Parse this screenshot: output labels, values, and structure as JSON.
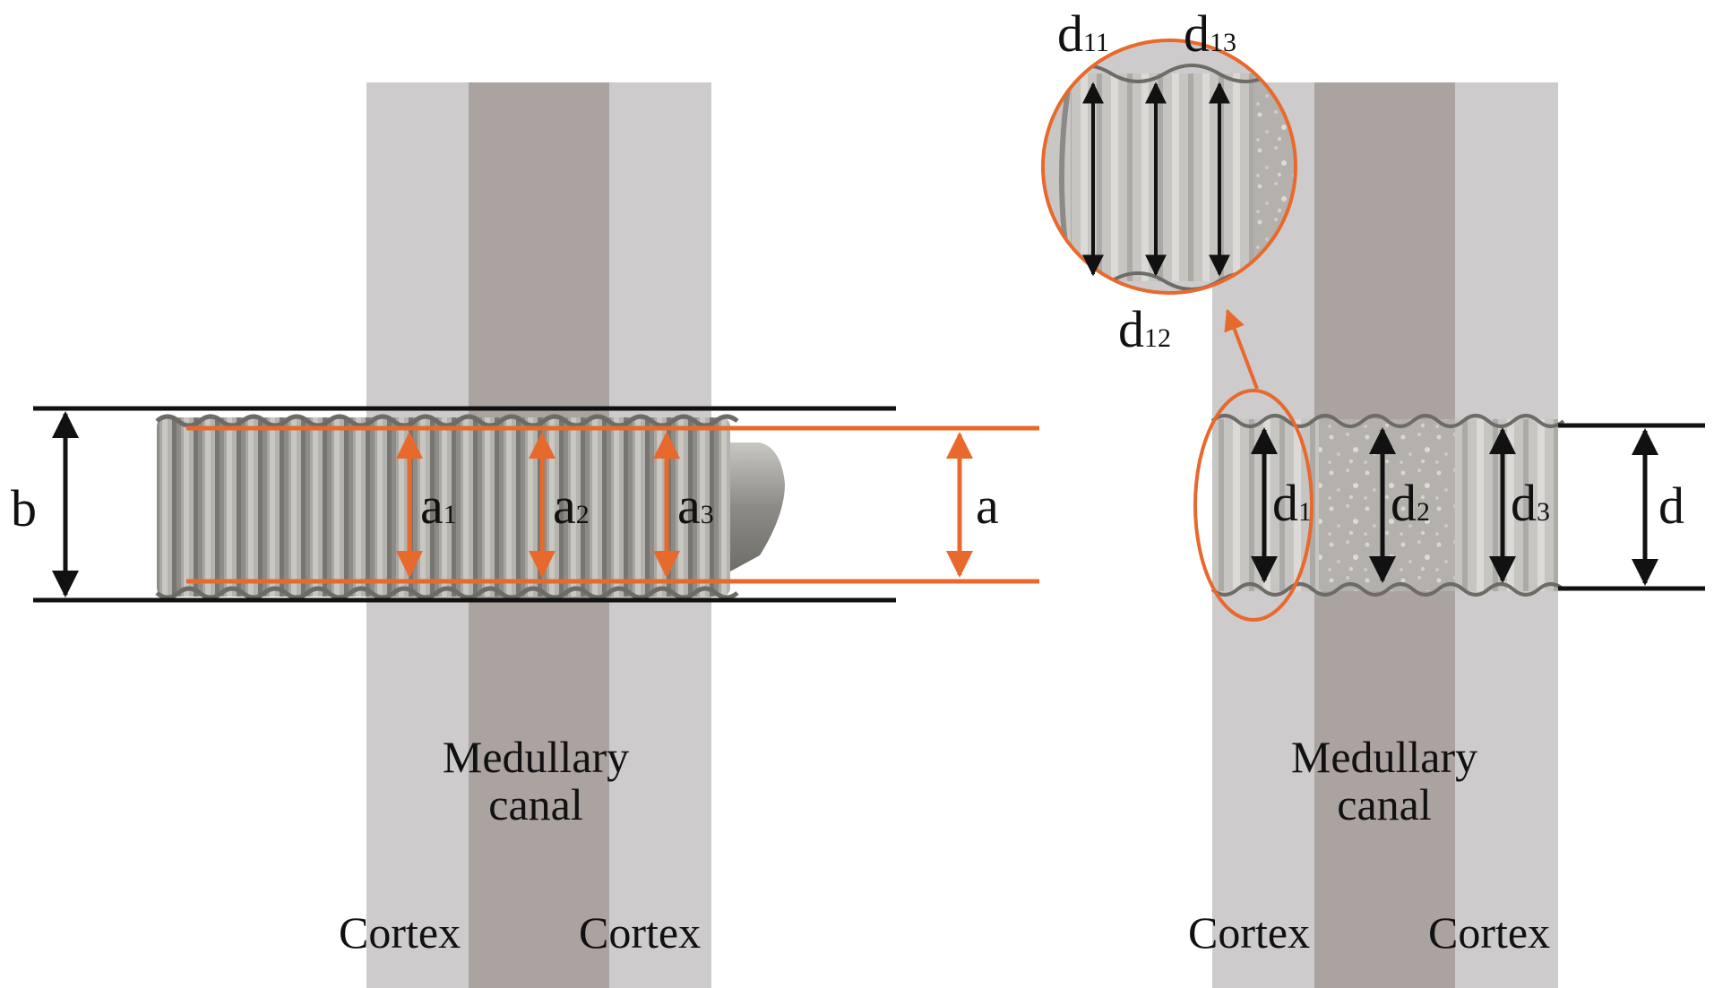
{
  "colors": {
    "accent": "#e8692c",
    "cortex": "#cdcbcb",
    "medullary": "#aaa39f",
    "screw": "#9a9892",
    "line": "#111111"
  },
  "left_panel": {
    "cortex_left_label": "Cortex",
    "cortex_right_label": "Cortex",
    "canal_line1": "Medullary",
    "canal_line2": "canal",
    "outer_diameter_label": "b",
    "inner_diameter_label": "a",
    "inner_measures": [
      {
        "base": "a",
        "sub": "1"
      },
      {
        "base": "a",
        "sub": "2"
      },
      {
        "base": "a",
        "sub": "3"
      }
    ]
  },
  "right_panel": {
    "cortex_left_label": "Cortex",
    "cortex_right_label": "Cortex",
    "canal_line1": "Medullary",
    "canal_line2": "canal",
    "diameter_label": "d",
    "hole_measures": [
      {
        "base": "d",
        "sub": "1"
      },
      {
        "base": "d",
        "sub": "2"
      },
      {
        "base": "d",
        "sub": "3"
      }
    ],
    "zoom_measures": [
      {
        "base": "d",
        "sub": "11"
      },
      {
        "base": "d",
        "sub": "12"
      },
      {
        "base": "d",
        "sub": "13"
      }
    ]
  }
}
